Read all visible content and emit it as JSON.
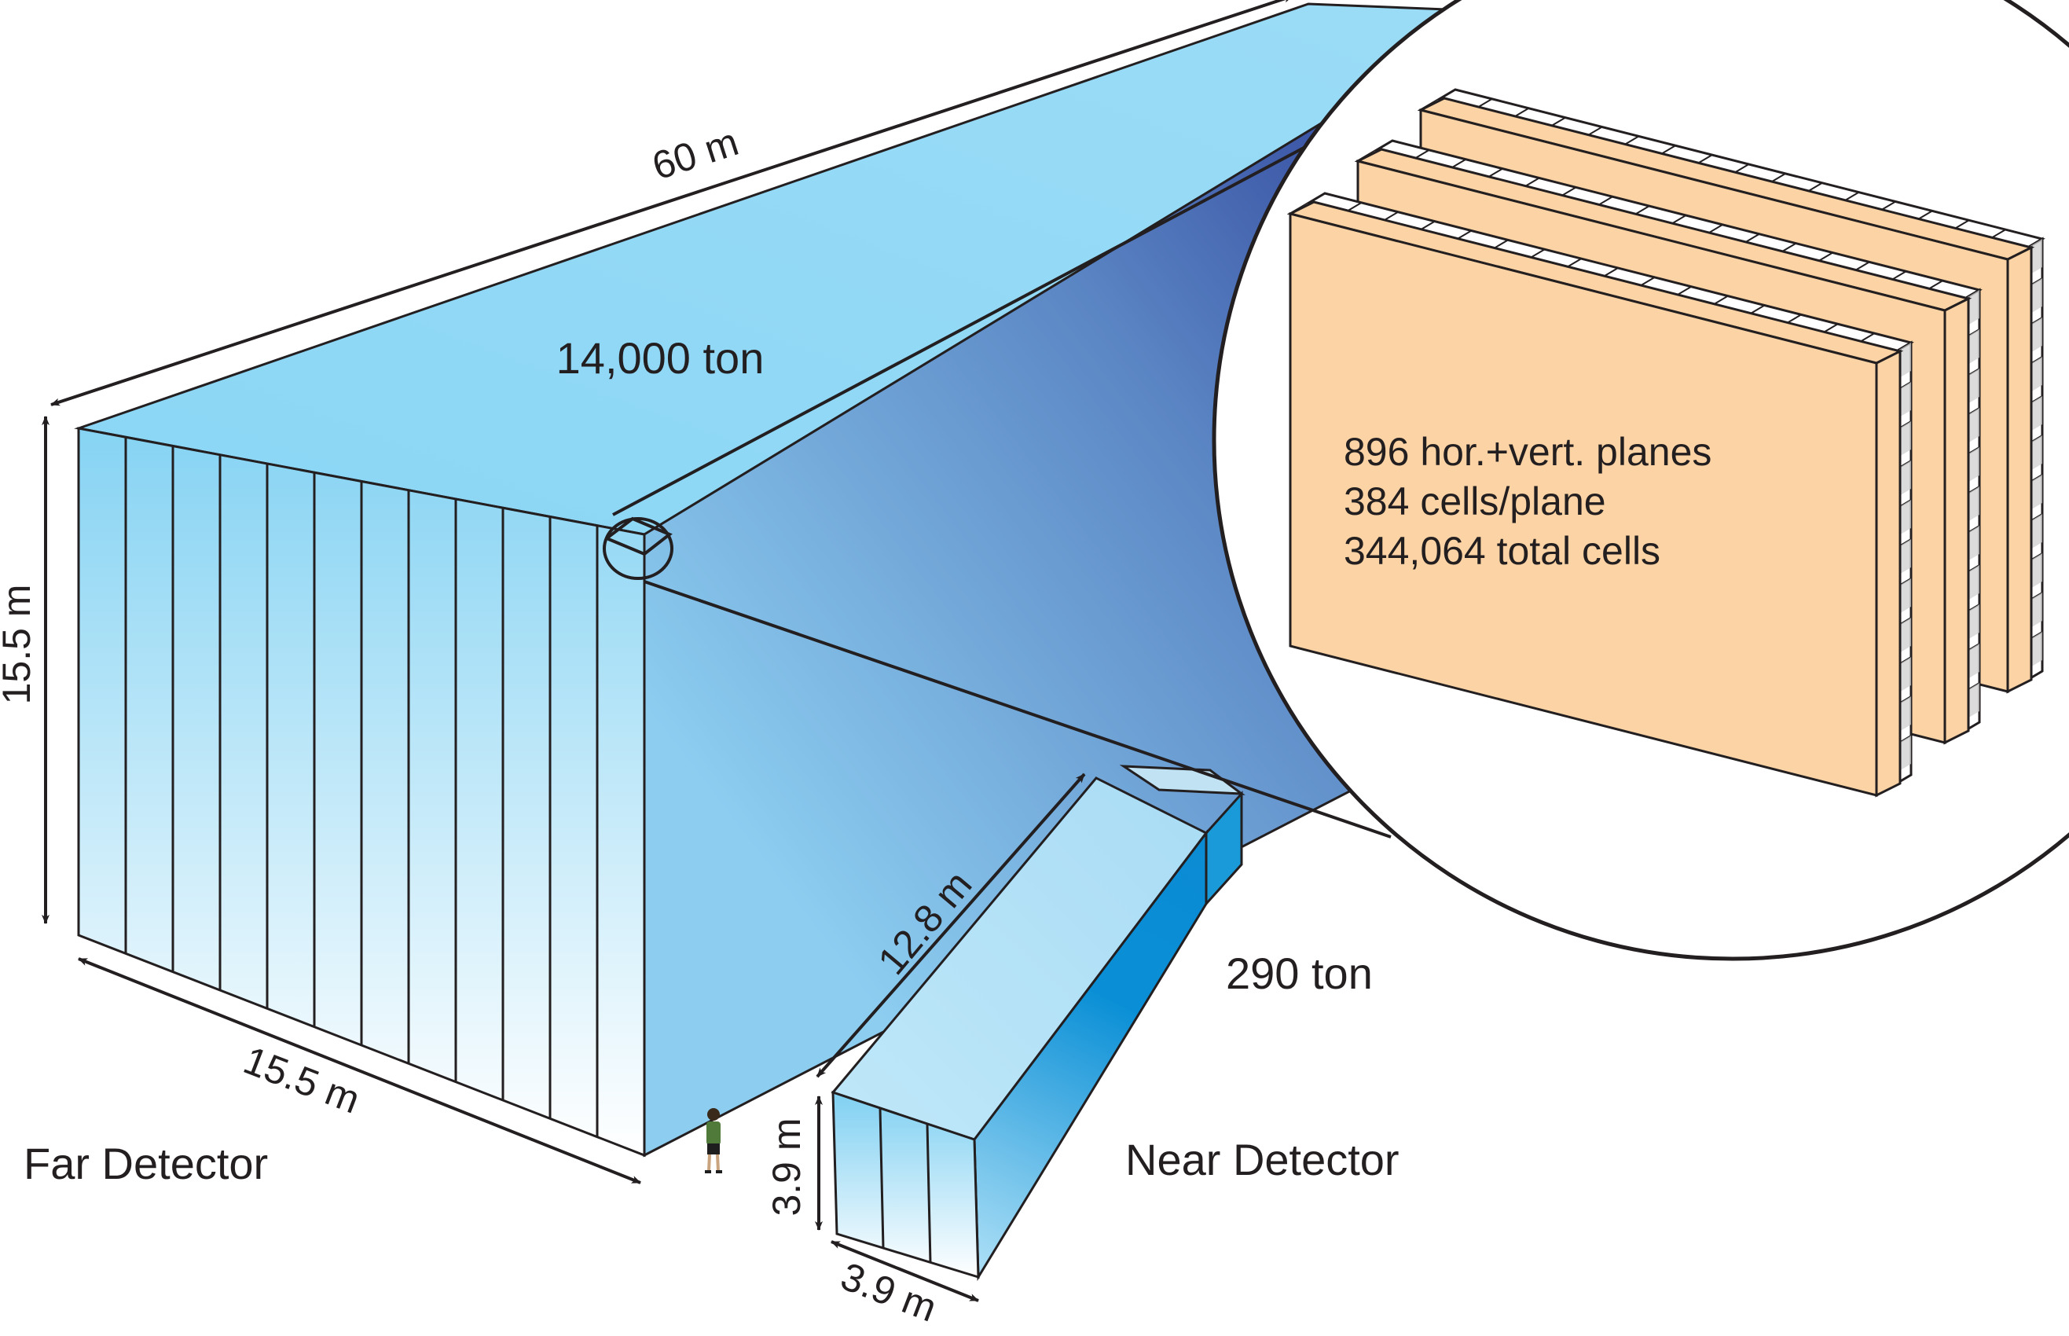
{
  "far_detector": {
    "name": "Far Detector",
    "mass": "14,000 ton",
    "length": "60 m",
    "height": "15.5  m",
    "width": "15.5 m"
  },
  "near_detector": {
    "name": "Near Detector",
    "mass": "290 ton",
    "length": "12.8 m",
    "height": "3.9 m",
    "width": "3.9 m"
  },
  "cells_inset": {
    "line1": "896 hor.+vert. planes",
    "line2": "384 cells/plane",
    "line3": "344,064 total cells"
  },
  "colors": {
    "detector_light": "#8dd6f3",
    "detector_dark": "#2e3a8c",
    "plane_face": "#fbd3a4",
    "outline": "#231f20"
  }
}
